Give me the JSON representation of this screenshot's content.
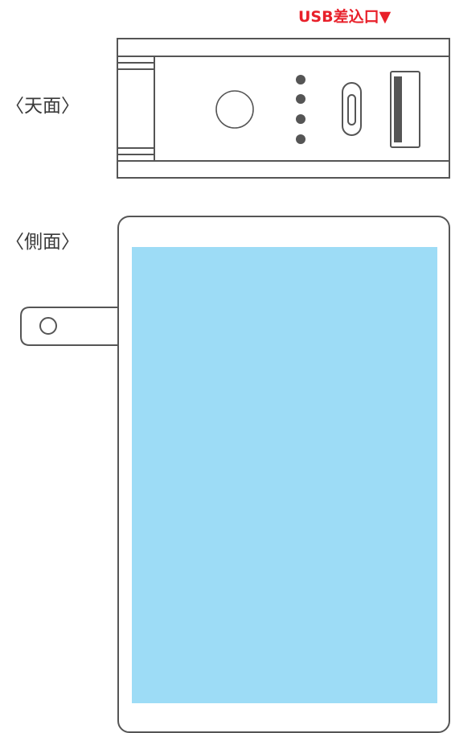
{
  "usb_port_label": "USB差込口▼",
  "top_view_label": "〈天面〉",
  "side_view_label": "〈側面〉",
  "colors": {
    "usb_label": "#e8202a",
    "outline": "#555555",
    "screen": "#9ddcf6"
  }
}
